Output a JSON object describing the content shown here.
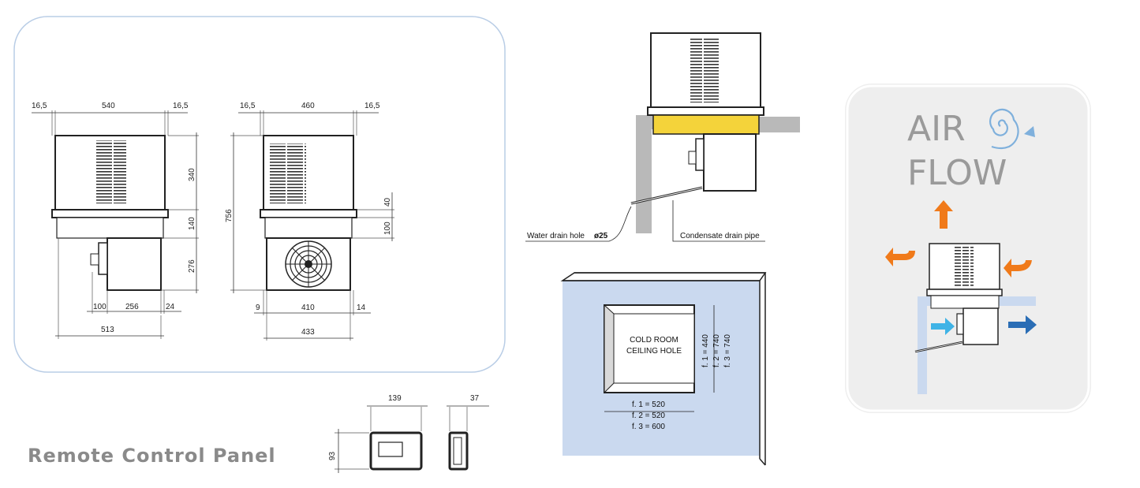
{
  "colors": {
    "panel_border": "#b9cde6",
    "cold_room_fill": "#cad9ef",
    "gasket_yellow": "#f4d33a",
    "wall_gray": "#b9b9b9",
    "air_panel_bg": "#eeeeee",
    "hot_arrow": "#f07a1a",
    "cold_arrow_light": "#3fb3e6",
    "cold_arrow_dark": "#2a6db5",
    "title_gray": "#8a8a8a"
  },
  "front_view": {
    "top_dims": [
      "16,5",
      "540",
      "16,5"
    ],
    "right_dims": [
      "340",
      "140",
      "276"
    ],
    "bottom_dims": [
      "100",
      "256",
      "24"
    ],
    "total_width": "513"
  },
  "side_view": {
    "top_dims": [
      "16,5",
      "460",
      "16,5"
    ],
    "height_total": "756",
    "right_dims": [
      "40",
      "100"
    ],
    "bottom_dims": [
      "9",
      "410",
      "14"
    ],
    "total_width": "433"
  },
  "install": {
    "water_drain_label": "Water drain hole",
    "drain_diameter": "ø25",
    "condensate_label": "Condensate drain pipe"
  },
  "ceiling_hole": {
    "label_line1": "COLD ROOM",
    "label_line2": "CEILING HOLE",
    "widths": [
      "f. 1 = 520",
      "f. 2 = 520",
      "f. 3 = 600"
    ],
    "heights": [
      "f. 1 = 440",
      "f. 2 = 740",
      "f. 3 = 740"
    ]
  },
  "air_flow": {
    "line1": "AIR",
    "line2": "FLOW",
    "icon": "swirl-icon"
  },
  "remote_panel": {
    "title": "Remote Control Panel",
    "width": "139",
    "height": "93",
    "depth": "37"
  }
}
